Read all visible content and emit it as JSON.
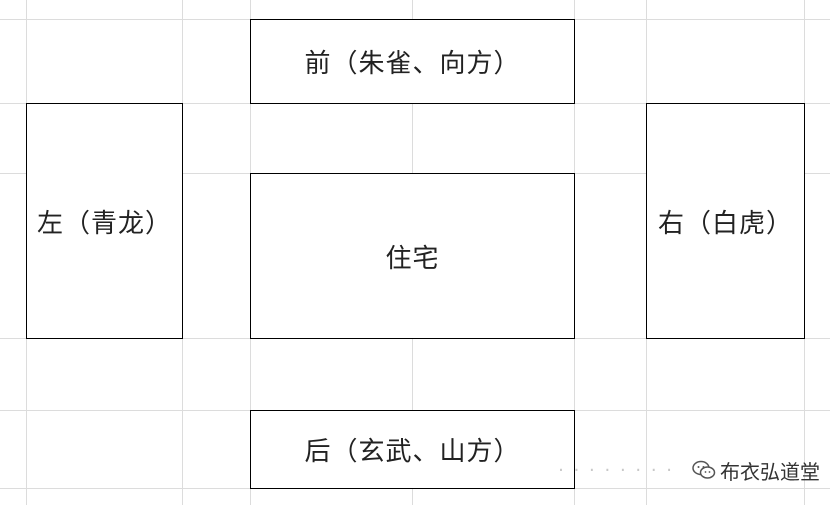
{
  "diagram": {
    "front": "前（朱雀、向方）",
    "left": "左（青龙）",
    "center": "住宅",
    "right": "右（白虎）",
    "back": "后（玄武、山方）"
  },
  "watermark": {
    "faded_text": "· · · · · · · ·",
    "account_name": "布衣弘道堂",
    "icon": "wechat-icon"
  },
  "colors": {
    "grid": "#dcdcdc",
    "border": "#000000",
    "text": "#222222"
  }
}
